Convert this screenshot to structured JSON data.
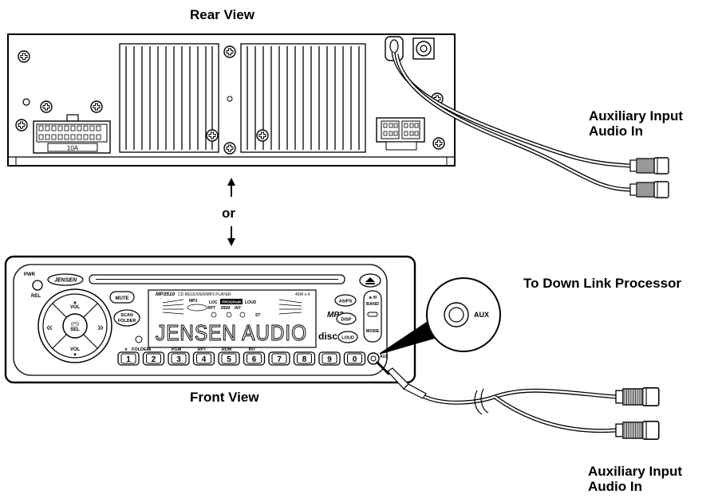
{
  "labels": {
    "rear_view": "Rear View",
    "front_view": "Front View",
    "or": "or",
    "aux_input_top_line1": "Auxiliary Input",
    "aux_input_top_line2": "Audio In",
    "aux_input_bottom_line1": "Auxiliary Input",
    "aux_input_bottom_line2": "Audio In",
    "down_link": "To Down Link Processor"
  },
  "rear_panel": {
    "fuse_label": "10A"
  },
  "front_panel": {
    "brand": "JENSEN",
    "model": "MP3510",
    "model_sub": "CD RECEIVER/MP3 PLAYER",
    "power": "45W x 4",
    "display_text": "JENSEN AUDIO",
    "pwr": "PWR",
    "rel": "REL",
    "mute": "MUTE",
    "scan_folder_1": "SCAN",
    "scan_folder_2": "FOLDER",
    "vol_up": "VOL",
    "vol_down": "VOL",
    "sel": "SEL",
    "as_ps": "AS/PS",
    "disp": "DISP",
    "loud": "LOUD",
    "band_1": "►/II",
    "band_2": "BAND",
    "mode": "MODE",
    "mp3_logo": "MP3",
    "disc_logo": "disc",
    "aux_jack": "AUX",
    "loc": "LOC",
    "program": "PROGRAM",
    "loud_ind": "LOUD",
    "rpt": "RPT",
    "rdm": "RDM",
    "int": "INT",
    "st": "ST",
    "mp3_ind": "MP3",
    "folder_label": "FOLDER",
    "preset_labels": [
      "PGM",
      "RPT",
      "RDM",
      "INT"
    ],
    "preset_buttons": [
      "1",
      "2",
      "3",
      "4",
      "5",
      "6",
      "7",
      "8",
      "9",
      "0"
    ]
  },
  "callout": {
    "aux": "AUX"
  }
}
